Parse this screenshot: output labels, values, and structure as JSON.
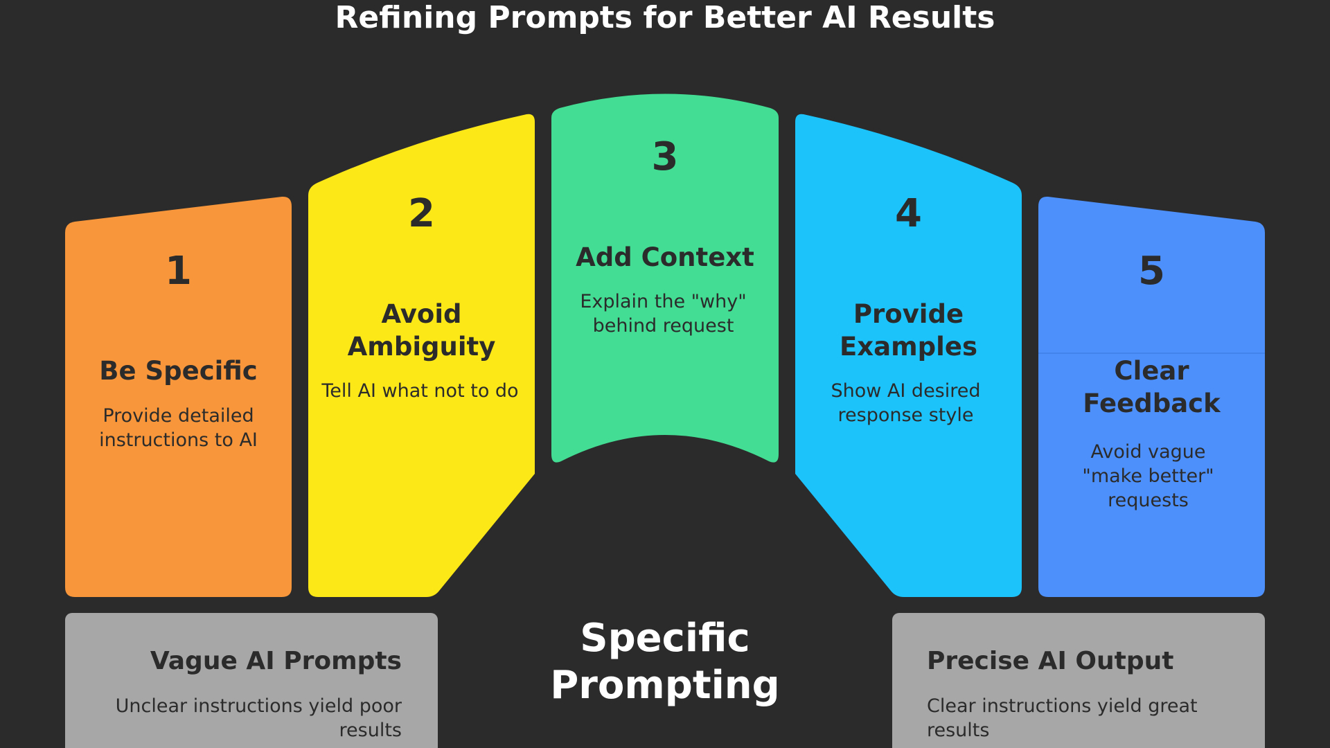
{
  "title": "Refining Prompts for Better AI Results",
  "center_label": "Specific Prompting",
  "colors": {
    "background": "#2b2b2b",
    "card_1": "#f7963a",
    "card_2": "#fde817",
    "card_3": "#43dd93",
    "card_4": "#1cc3fb",
    "card_5": "#4d90fb",
    "box": "#a7a7a7",
    "text_dark": "#2b2b2b",
    "text_light": "#ffffff"
  },
  "cards": [
    {
      "number": "1",
      "title": "Be Specific",
      "description": "Provide detailed instructions to AI"
    },
    {
      "number": "2",
      "title": "Avoid Ambiguity",
      "description": "Tell AI what not to do"
    },
    {
      "number": "3",
      "title": "Add Context",
      "description": "Explain the \"why\" behind request"
    },
    {
      "number": "4",
      "title": "Provide Examples",
      "description": "Show AI desired response style"
    },
    {
      "number": "5",
      "title": "Clear Feedback",
      "description": "Avoid vague \"make better\" requests"
    }
  ],
  "boxes": {
    "left": {
      "title": "Vague AI Prompts",
      "description": "Unclear instructions yield poor results"
    },
    "right": {
      "title": "Precise AI Output",
      "description": "Clear instructions yield great results"
    }
  }
}
